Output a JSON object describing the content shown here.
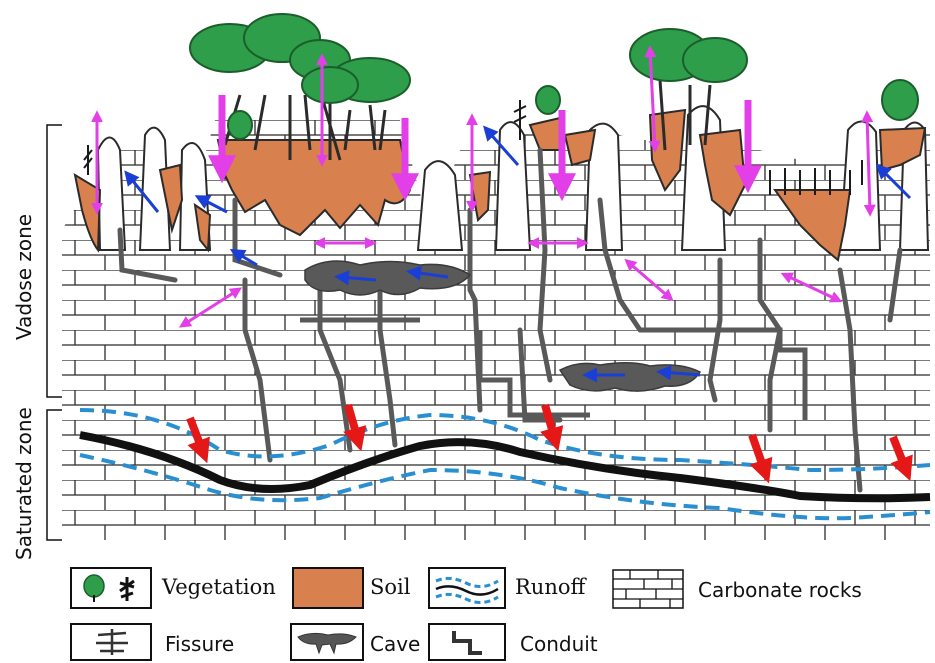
{
  "zones": {
    "vadose": "Vadose zone",
    "saturated": "Saturated zone"
  },
  "legend": {
    "vegetation": "Vegetation",
    "soil": "Soil",
    "runoff": "Runoff",
    "carbonate_rocks": "Carbonate rocks",
    "fissure": "Fissure",
    "cave": "Cave",
    "conduit": "Conduit"
  },
  "colors": {
    "soil": "#d9814e",
    "vegetation": "#2e9e4a",
    "rock_line": "#2b2b2b",
    "fracture": "#595959",
    "runoff": "#2a8fd0",
    "pink_arrow": "#e23fe8",
    "blue_arrow": "#1a3fd6",
    "red_arrow": "#e51818"
  }
}
